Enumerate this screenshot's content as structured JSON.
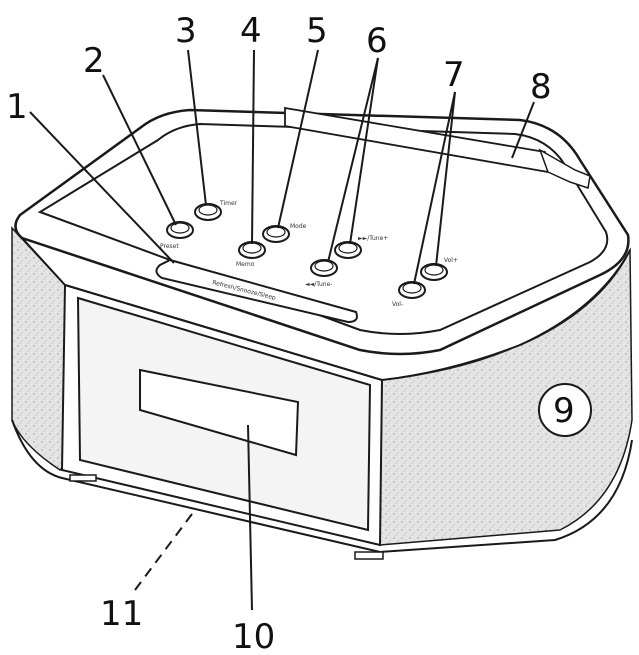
{
  "callouts": [
    "1",
    "2",
    "3",
    "4",
    "5",
    "6",
    "7",
    "8",
    "9",
    "10",
    "11"
  ],
  "button_labels": {
    "preset": "Preset",
    "timer": "Timer",
    "memo": "Memo",
    "mode": "Mode",
    "tune_minus": "◄◄/Tune-",
    "tune_plus": "►►/Tune+",
    "vol_minus": "Vol-",
    "vol_plus": "Vol+",
    "snooze_bar": "Refresh/Snooze/Sleep"
  },
  "colors": {
    "line": "#1a1a1a",
    "speaker_fabric": "#dcdcdc",
    "body": "#ffffff"
  }
}
